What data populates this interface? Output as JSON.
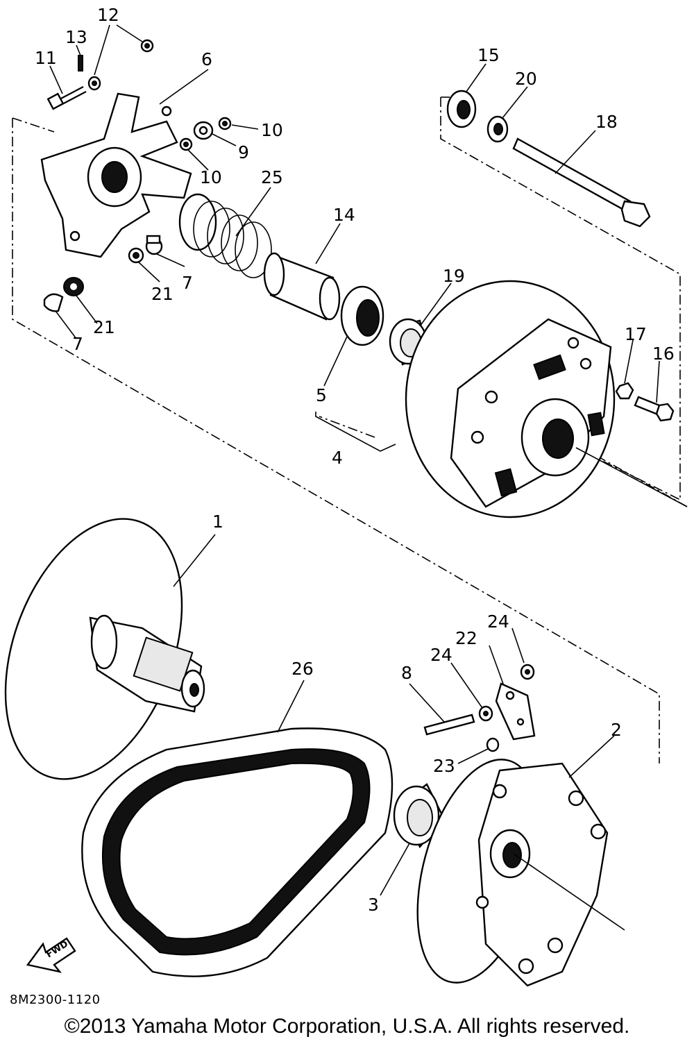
{
  "diagram": {
    "callouts": [
      "1",
      "2",
      "3",
      "4",
      "5",
      "6",
      "7",
      "7",
      "8",
      "9",
      "10",
      "10",
      "11",
      "12",
      "13",
      "14",
      "15",
      "16",
      "17",
      "18",
      "19",
      "20",
      "21",
      "21",
      "22",
      "23",
      "24",
      "24",
      "25",
      "26"
    ],
    "fwd_label": "FWD",
    "doc_code": "8M2300-1120",
    "copyright": "©2013 Yamaha Motor Corporation, U.S.A. All rights reserved."
  }
}
